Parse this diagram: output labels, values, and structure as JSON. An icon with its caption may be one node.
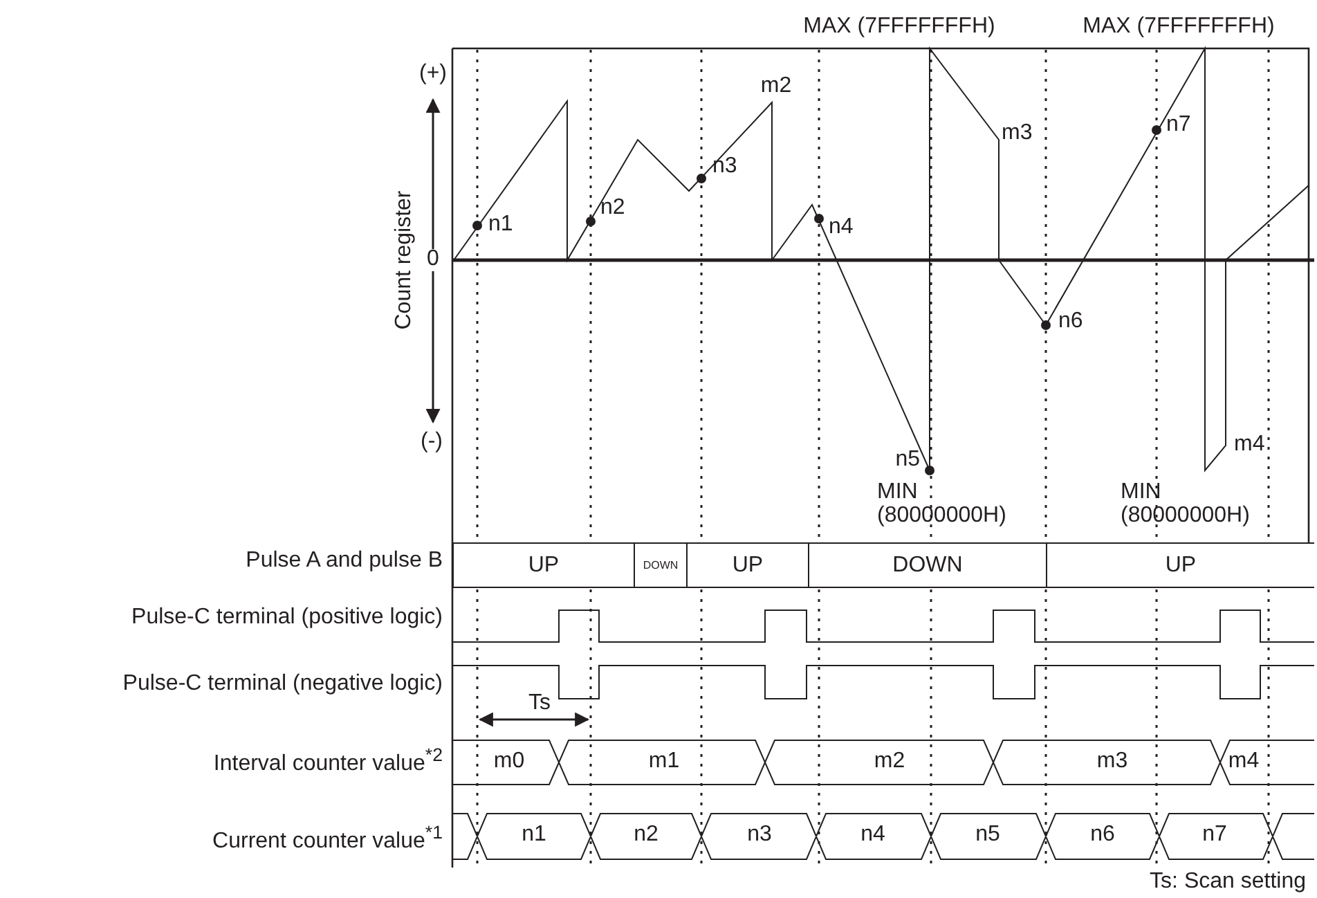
{
  "diagram": {
    "labels": [
      "MAX (7FFFFFFFH)",
      "MAX (7FFFFFFFH)",
      "(+)",
      "m2",
      "m3",
      "n7",
      "n3",
      "n2",
      "n1",
      "n4",
      "Count register",
      "0",
      "n6",
      "(-)",
      "m4",
      "n5",
      "MIN (80000000H)",
      "MIN (80000000H)",
      "Pulse A and pulse B",
      "UP",
      "DOWN",
      "UP",
      "DOWN",
      "UP",
      "Pulse-C terminal (positive logic)",
      "Pulse-C terminal (negative logic)",
      "Ts",
      "Interval counter value$^{*2}$",
      "m0",
      "m1",
      "m2",
      "m3",
      "m4",
      "Current counter value$^{*1}$",
      "n1",
      "n2",
      "n3",
      "n4",
      "n5",
      "n6",
      "n7",
      "Ts: Scan setting"
    ]
  }
}
